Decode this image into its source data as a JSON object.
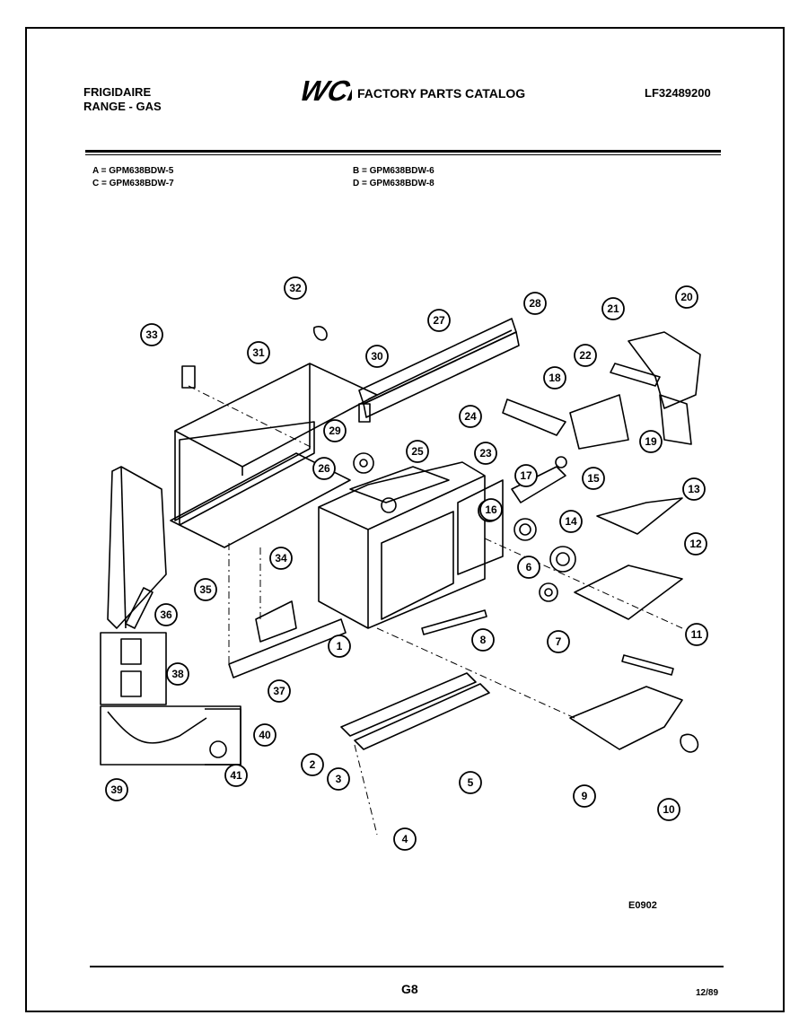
{
  "header": {
    "brand_line1": "FRIGIDAIRE",
    "brand_line2": "RANGE - GAS",
    "logo_text": "WCI",
    "catalog_title": "FACTORY PARTS CATALOG",
    "catalog_number": "LF32489200"
  },
  "models": [
    {
      "code": "A",
      "model": "A = GPM638BDW-5"
    },
    {
      "code": "B",
      "model": "B = GPM638BDW-6"
    },
    {
      "code": "C",
      "model": "C = GPM638BDW-7"
    },
    {
      "code": "D",
      "model": "D = GPM638BDW-8"
    }
  ],
  "diagram": {
    "callouts": [
      "1",
      "2",
      "3",
      "4",
      "5",
      "6",
      "7",
      "8",
      "9",
      "10",
      "11",
      "12",
      "13",
      "14",
      "15",
      "16",
      "16",
      "17",
      "18",
      "19",
      "20",
      "21",
      "22",
      "23",
      "24",
      "25",
      "26",
      "27",
      "28",
      "29",
      "30",
      "31",
      "32",
      "33",
      "34",
      "35",
      "36",
      "37",
      "38",
      "39",
      "40",
      "41"
    ],
    "diagram_code": "E0902"
  },
  "footer": {
    "page": "G8",
    "date": "12/89"
  }
}
